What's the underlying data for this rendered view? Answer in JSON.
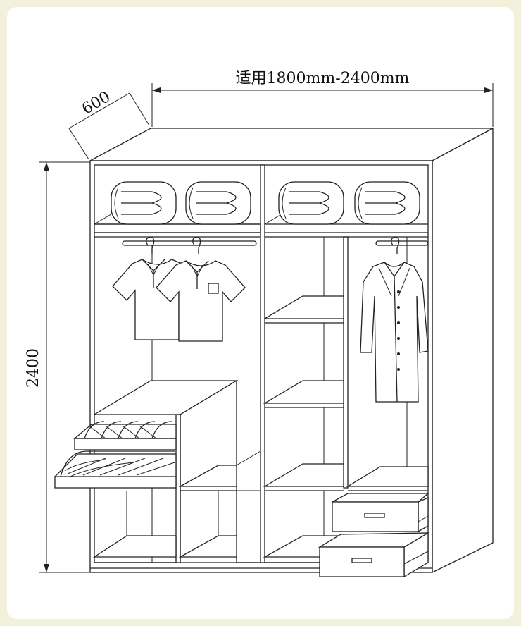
{
  "dimensions": {
    "width_label": "适用1800mm-2400mm",
    "depth_label": "600",
    "height_label": "2400"
  },
  "colors": {
    "background": "#f2f2dc",
    "panel": "#ffffff",
    "line": "#222222"
  },
  "icons": [
    "folded-towel-icon",
    "polo-shirt-icon",
    "long-coat-icon",
    "hanger-icon",
    "shoe-rack-icon",
    "drawer-handle-icon"
  ]
}
